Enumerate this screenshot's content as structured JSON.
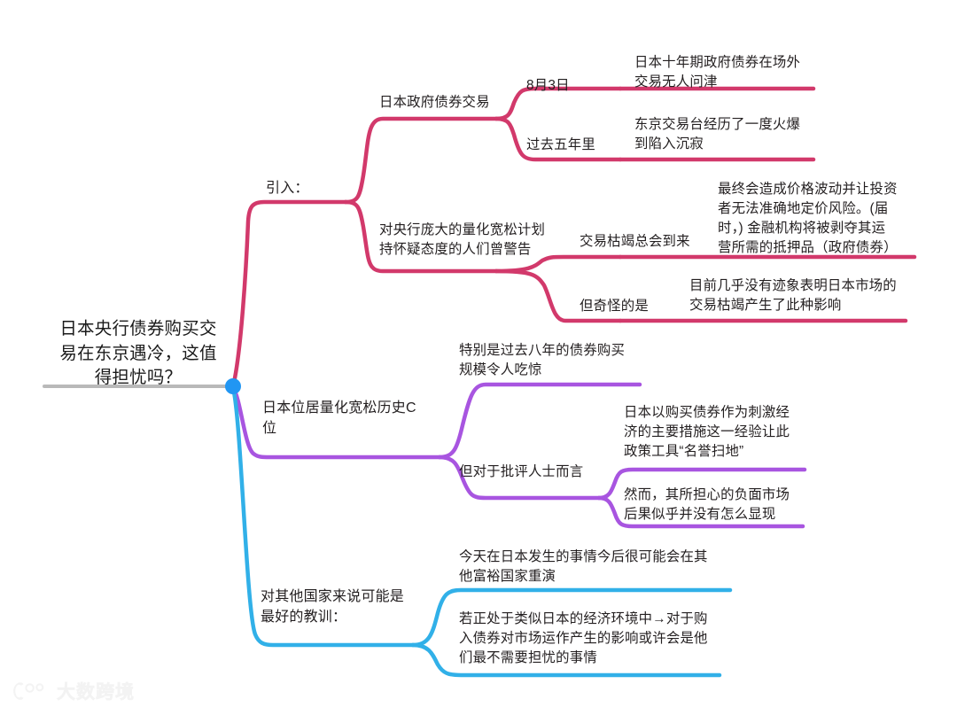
{
  "colors": {
    "branch_pink": "#d2396b",
    "branch_purple": "#a855e0",
    "branch_blue": "#31b0e8",
    "root_underline": "#b9b9b9",
    "center_dot": "#2196f3",
    "text": "#231f20",
    "background": "#ffffff"
  },
  "root": {
    "label": "日本央行债券购买交\n易在东京遇冷，这值\n得担忧吗？"
  },
  "branches": [
    {
      "id": "intro",
      "color": "#d2396b",
      "label": "引入：",
      "children": [
        {
          "label": "日本政府债券交易",
          "children": [
            {
              "label": "8月3日",
              "children": [
                {
                  "label": "日本十年期政府债券在场外\n交易无人问津"
                }
              ]
            },
            {
              "label": "过去五年里",
              "children": [
                {
                  "label": "东京交易台经历了一度火爆\n到陷入沉寂"
                }
              ]
            }
          ]
        },
        {
          "label": "对央行庞大的量化宽松计划\n持怀疑态度的人们曾警告",
          "children": [
            {
              "label": "交易枯竭总会到来",
              "children": [
                {
                  "label": "最终会造成价格波动并让投资\n者无法准确地定价风险。(届\n时，) 金融机构将被剥夺其运\n营所需的抵押品（政府债券）"
                }
              ]
            },
            {
              "label": "但奇怪的是",
              "children": [
                {
                  "label": "目前几乎没有迹象表明日本市场的\n交易枯竭产生了此种影响"
                }
              ]
            }
          ]
        }
      ]
    },
    {
      "id": "history",
      "color": "#a855e0",
      "label": "日本位居量化宽松历史C\n位",
      "children": [
        {
          "label": "特别是过去八年的债券购买\n规模令人吃惊",
          "children": []
        },
        {
          "label": "但对于批评人士而言",
          "children": [
            {
              "label": "日本以购买债券作为刺激经\n济的主要措施这一经验让此\n政策工具“名誉扫地”"
            },
            {
              "label": "然而，其所担心的负面市场\n后果似乎并没有怎么显现"
            }
          ]
        }
      ]
    },
    {
      "id": "lesson",
      "color": "#31b0e8",
      "label": "对其他国家来说可能是\n最好的教训：",
      "children": [
        {
          "label": "今天在日本发生的事情今后很可能会在其\n他富裕国家重演",
          "children": []
        },
        {
          "label": "若正处于类似日本的经济环境中→对于购\n入债券对市场运作产生的影响或许会是他\n们最不需要担忧的事情",
          "children": []
        }
      ]
    }
  ],
  "watermark": {
    "text": "大数跨境",
    "logo_name": "dashu-logo"
  }
}
